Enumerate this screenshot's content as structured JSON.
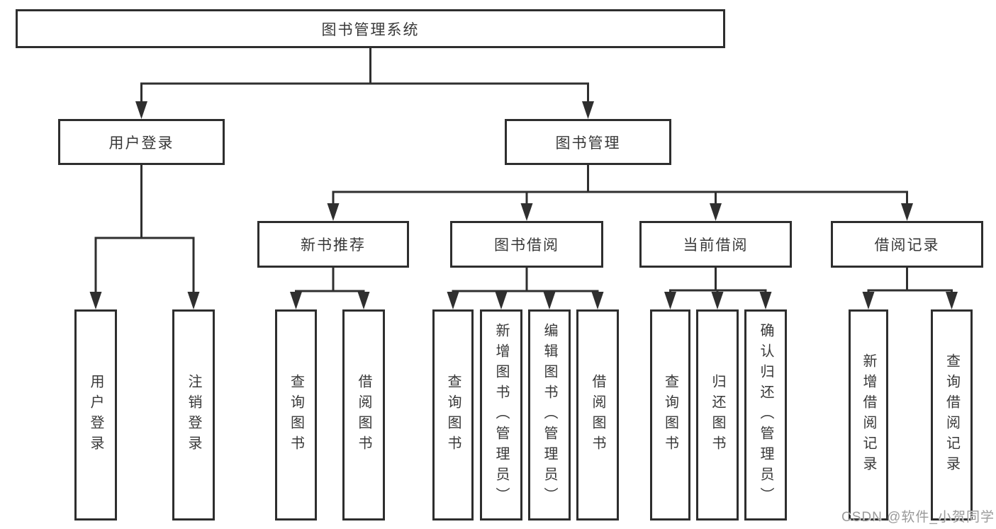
{
  "root": {
    "label": "图书管理系统"
  },
  "branches": [
    {
      "label": "用户登录",
      "leaves": [
        "用户登录",
        "注销登录"
      ]
    },
    {
      "label": "图书管理",
      "children": [
        {
          "label": "新书推荐",
          "leaves": [
            "查询图书",
            "借阅图书"
          ]
        },
        {
          "label": "图书借阅",
          "leaves": [
            "查询图书",
            "新增图书（管理员）",
            "编辑图书（管理员）",
            "借阅图书"
          ]
        },
        {
          "label": "当前借阅",
          "leaves": [
            "查询图书",
            "归还图书",
            "确认归还（管理员）"
          ]
        },
        {
          "label": "借阅记录",
          "leaves": [
            "新增借阅记录",
            "查询借阅记录"
          ]
        }
      ]
    }
  ],
  "watermark": "CSDN @软件_小贺同学",
  "colors": {
    "line": "#2f2f2f",
    "text": "#383838",
    "watermark": "#9a9a9a",
    "background": "#ffffff"
  }
}
